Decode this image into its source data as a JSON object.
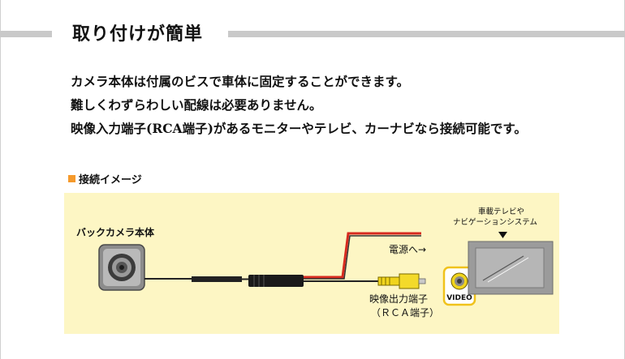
{
  "section": {
    "title": "取り付けが簡単"
  },
  "description": {
    "lines": [
      "カメラ本体は付属のビスで車体に固定することができます。",
      "難しくわずらわしい配線は必要ありません。",
      "映像入力端子(RCA端子)があるモニターやテレビ、カーナビなら接続可能です。"
    ]
  },
  "connection": {
    "heading": "接続イメージ",
    "camera_label": "バックカメラ本体",
    "power_label": "電源へ→",
    "video_out_label": "映像出力端子",
    "rca_label": "（ＲＣＡ端子）",
    "monitor_label_line1": "車載テレビや",
    "monitor_label_line2": "ナビゲーションシステム",
    "video_port_label": "VIDEO"
  },
  "colors": {
    "accent": "#f59a2c",
    "diagram_bg": "#fdf6c4",
    "divider": "#c9c9c9",
    "rca_plug": "#f0d41c",
    "power_wire": "#d62a1e"
  }
}
